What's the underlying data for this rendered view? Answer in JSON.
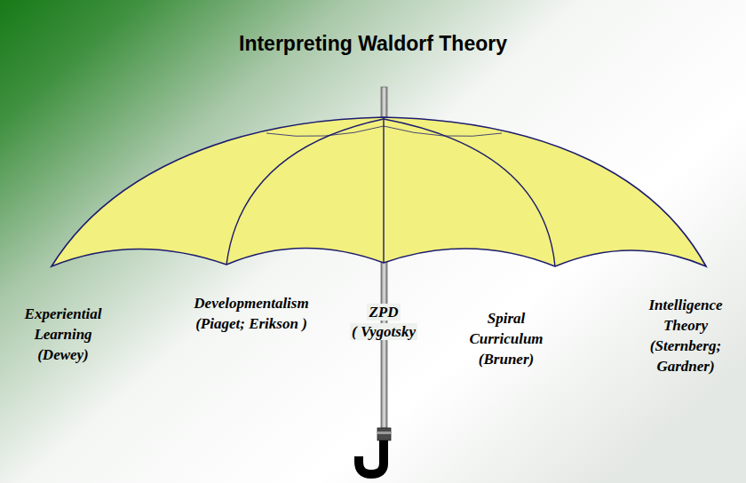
{
  "diagram": {
    "title": "Interpreting Waldorf Theory",
    "labels": [
      "Experiential Learning (Dewey)",
      "Developmentalism (Piaget; Erikson )",
      "ZPD",
      "( Vygotsky",
      "Spiral Curriculum (Bruner)",
      "Intelligence Theory (Sternberg; Gardner)"
    ]
  }
}
